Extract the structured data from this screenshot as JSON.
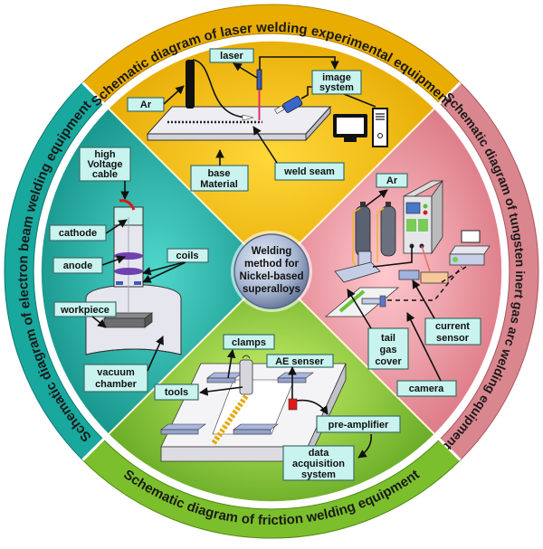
{
  "center": {
    "lines": [
      "Welding",
      "method for",
      "Nickel-based",
      "superalloys"
    ]
  },
  "quadrants": {
    "top": {
      "title": "Schematic diagram of laser welding experimental equipment",
      "color": "#f2b705",
      "labels": {
        "laser": "laser",
        "ar": "Ar",
        "image_system": [
          "image",
          "system"
        ],
        "base_material": [
          "base",
          "Material"
        ],
        "weld_seam": "weld seam"
      }
    },
    "left": {
      "title": "Schematic diagram of electron beam welding equipment",
      "color": "#1fb8ad",
      "labels": {
        "hv_cable": [
          "high",
          "Voltage",
          "cable"
        ],
        "cathode": "cathode",
        "anode": "anode",
        "coils": "coils",
        "workpiece": "workpiece",
        "vacuum_chamber": [
          "vacuum",
          "chamber"
        ]
      }
    },
    "right": {
      "title": "Schematic diagram of tungsten inert gas arc welding equipment",
      "color": "#e8909a",
      "labels": {
        "ar": "Ar",
        "tail_gas_cover": [
          "tail",
          "gas",
          "cover"
        ],
        "current_sensor": [
          "current",
          "sensor"
        ],
        "camera": "camera"
      }
    },
    "bottom": {
      "title": "Schematic diagram of friction welding equipment",
      "color": "#8cc63f",
      "labels": {
        "clamps": "clamps",
        "ae_senser": "AE senser",
        "tools": "tools",
        "pre_amplifier": "pre-amplifier",
        "data_acquisition": [
          "data",
          "acquisition",
          "system"
        ]
      }
    }
  }
}
